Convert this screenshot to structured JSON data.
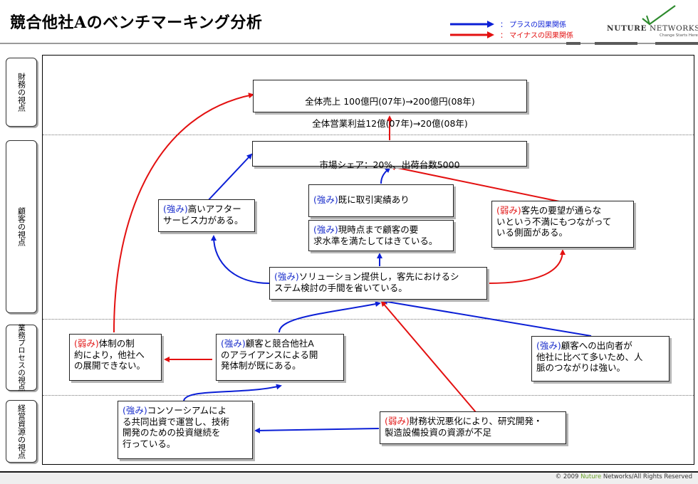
{
  "header": {
    "title": "競合他社Aのベンチマーキング分析",
    "legend": [
      {
        "label": "： プラスの因果関係",
        "color": "#0b1fd6"
      },
      {
        "label": "： マイナスの因果関係",
        "color": "#e31010"
      }
    ],
    "logo": {
      "word1": "NUTURE",
      "word2": "NETWORKS",
      "tagline": "Change Starts Here"
    }
  },
  "side_labels": [
    "財務の視点",
    "顧客の視点",
    "業務プロセスの視点",
    "経営資源の視点"
  ],
  "boxes": {
    "revenue": {
      "line1": "全体売上  100億円(07年)→200億円(08年)",
      "line2": "全体営業利益12億(07年)→20億(08年)"
    },
    "market_share": {
      "text": "市場シェア：20%、出荷台数5000"
    },
    "after_service": {
      "tag": "(強み)",
      "text": "高いアフター\nサービス力がある。"
    },
    "trade_record": {
      "tag": "(強み)",
      "text": "既に取引実績あり"
    },
    "customer_level": {
      "tag": "(強み)",
      "text": "現時点まで顧客の要\n求水準を満たしてはきている。"
    },
    "customer_demand": {
      "tag": "(弱み)",
      "text": "客先の要望が通らな\nいという不満にもつながって\nいる側面がある。"
    },
    "solution": {
      "tag": "(強み)",
      "text": "ソリューション提供し，客先におけるシ\nステム検討の手間を省いている。"
    },
    "structure_weak": {
      "tag": "(弱み)",
      "text": "体制の制\n約により，他社へ\nの展開できない。"
    },
    "alliance": {
      "tag": "(強み)",
      "text": "顧客と競合他社A\nのアライアンスによる開\n発体制が既にある。"
    },
    "staff": {
      "tag": "(強み)",
      "text": "顧客への出向者が\n他社に比べて多いため、人\n脈のつながりは強い。"
    },
    "consortium": {
      "tag": "(強み)",
      "text": "コンソーシアムによ\nる共同出資で運営し、技術\n開発のための投資継続を\n行っている。"
    },
    "finance_weak": {
      "tag": "(弱み)",
      "text": "財務状況悪化により、研究開発・\n製造設備投資の資源が不足"
    }
  },
  "footer": {
    "prefix": "© 2009 ",
    "brand": "Nuture",
    "suffix": " Networks/All Rights Reserved"
  }
}
